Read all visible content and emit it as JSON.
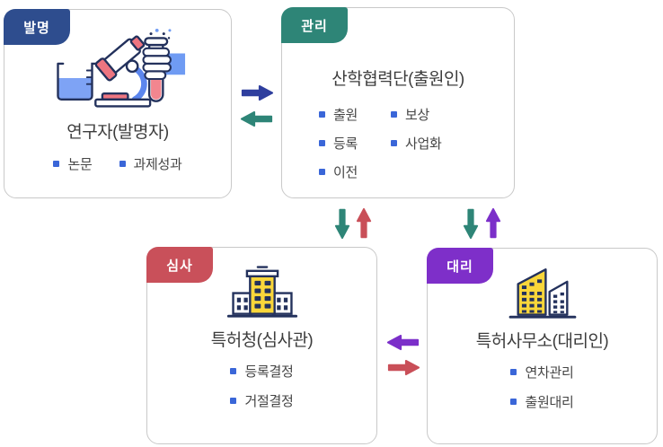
{
  "colors": {
    "badge_invention": "#2e4d8e",
    "badge_management": "#2e8577",
    "badge_examination": "#c9505a",
    "badge_agency": "#7e2fc9",
    "arrow_navy": "#2f3f9e",
    "arrow_teal": "#2e8577",
    "arrow_red": "#c94f58",
    "arrow_purple": "#7b2fc9",
    "bullet_blue": "#3a66d8",
    "card_border": "#c9c9c9",
    "title_text": "#3d3d3d"
  },
  "cards": {
    "invention": {
      "badge": "발명",
      "title": "연구자(발명자)",
      "icon": "microscope-lab-icon",
      "items": [
        "논문",
        "과제성과"
      ]
    },
    "management": {
      "badge": "관리",
      "title": "산학협력단(출원인)",
      "items": [
        "출원",
        "보상",
        "등록",
        "사업화",
        "이전"
      ]
    },
    "examination": {
      "badge": "심사",
      "title": "특허청(심사관)",
      "icon": "government-building-icon",
      "items": [
        "등록결정",
        "거절결정"
      ]
    },
    "agency": {
      "badge": "대리",
      "title": "특허사무소(대리인)",
      "icon": "office-buildings-icon",
      "items": [
        "연차관리",
        "출원대리"
      ]
    }
  }
}
